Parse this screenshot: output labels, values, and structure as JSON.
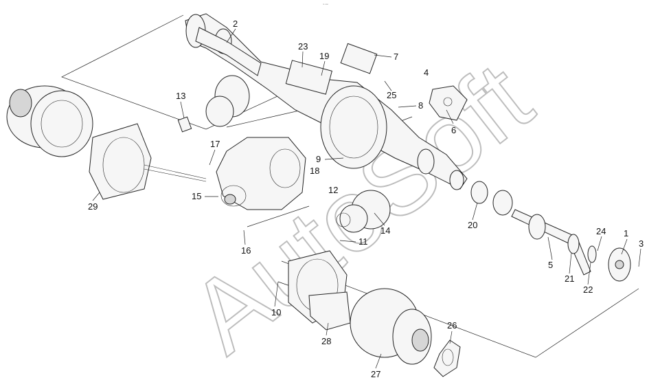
{
  "header": {
    "small_text": "ᵐ ᵒᵒᵒ"
  },
  "watermark": {
    "text": "AutoSoft"
  },
  "callouts": [
    "1",
    "2",
    "3",
    "4",
    "5",
    "6",
    "7",
    "8",
    "9",
    "10",
    "11",
    "12",
    "13",
    "14",
    "15",
    "16",
    "17",
    "18",
    "19",
    "20",
    "21",
    "22",
    "23",
    "24",
    "25",
    "26",
    "27",
    "28",
    "29"
  ]
}
